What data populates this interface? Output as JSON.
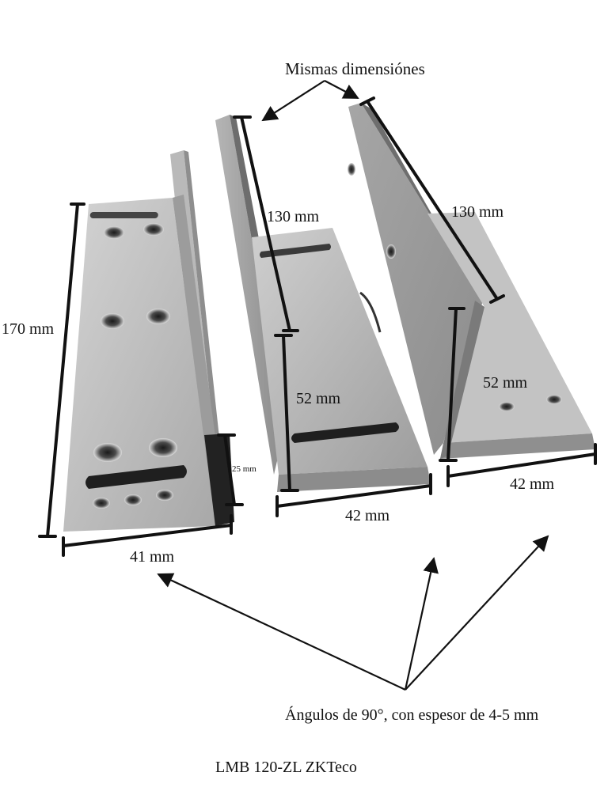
{
  "labels": {
    "same_dimensions": "Mismas dimensiónes",
    "l_170": "170 mm",
    "l_41": "41 mm",
    "l_25": "25 mm",
    "l_130_mid": "130 mm",
    "l_52_mid": "52 mm",
    "l_42_mid": "42 mm",
    "l_130_right": "130 mm",
    "l_52_right": "52 mm",
    "l_42_right": "42 mm",
    "angles_note": "Ángulos de 90°, con espesor de 4-5 mm",
    "product_name": "LMB 120-ZL ZKTeco"
  },
  "colors": {
    "metal_light": "#c9c9c9",
    "metal_mid": "#a9a9a9",
    "metal_dark": "#7a7a7a",
    "ink": "#111111"
  }
}
